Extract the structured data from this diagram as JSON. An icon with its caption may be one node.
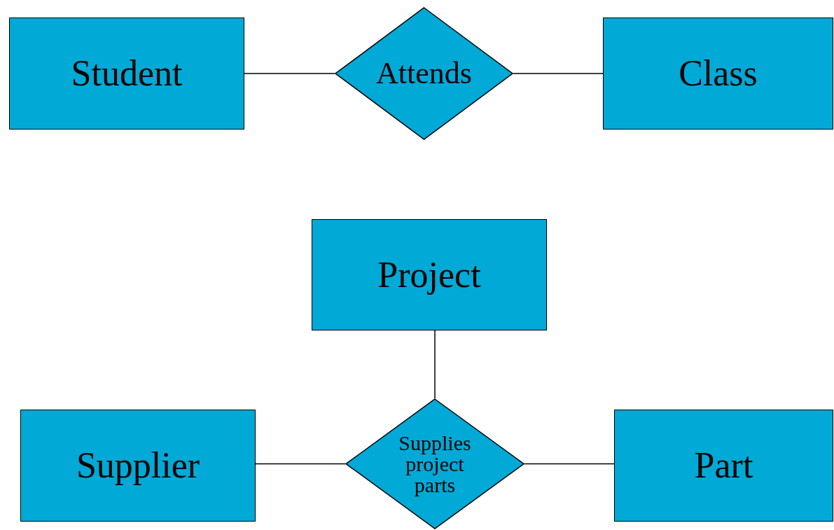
{
  "diagram": {
    "nodes": [
      {
        "text": [
          "Student"
        ]
      },
      {
        "text": [
          "Attends"
        ]
      },
      {
        "text": [
          "Class"
        ]
      },
      {
        "text": [
          "Project"
        ]
      },
      {
        "text": [
          "Supplier"
        ]
      },
      {
        "text": [
          "Supplies project parts"
        ]
      },
      {
        "text": [
          "Part"
        ]
      }
    ],
    "edges": [
      {
        "from": 0,
        "to": 1,
        "arrow": "none"
      },
      {
        "from": 1,
        "to": 2,
        "arrow": "none"
      },
      {
        "from": 3,
        "to": 5,
        "arrow": "none"
      },
      {
        "from": 4,
        "to": 5,
        "arrow": "none"
      },
      {
        "from": 5,
        "to": 6,
        "arrow": "none"
      }
    ]
  }
}
